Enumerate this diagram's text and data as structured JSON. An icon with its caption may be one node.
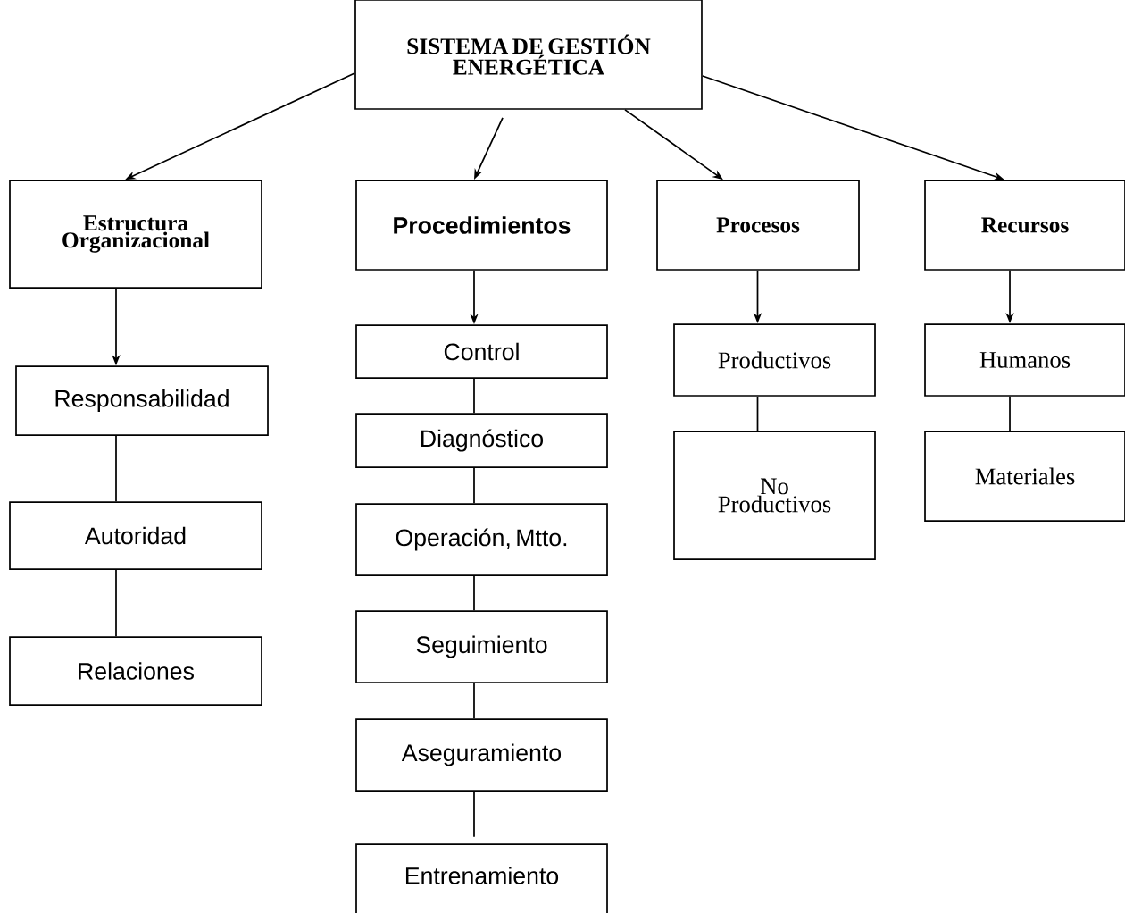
{
  "diagram": {
    "nodes": [
      {
        "text": [
          "SISTEMA DE GESTIÓN ENERGÉTICA"
        ]
      },
      {
        "text": [
          "Estructura Organizacional"
        ]
      },
      {
        "text": [
          "Procedimientos"
        ]
      },
      {
        "text": [
          "Procesos"
        ]
      },
      {
        "text": [
          "Recursos"
        ]
      },
      {
        "text": [
          "Responsabilidad"
        ]
      },
      {
        "text": [
          "Autoridad"
        ]
      },
      {
        "text": [
          "Relaciones"
        ]
      },
      {
        "text": [
          "Control"
        ]
      },
      {
        "text": [
          "Diagnóstico"
        ]
      },
      {
        "text": [
          "Operación, Mtto."
        ]
      },
      {
        "text": [
          "Seguimiento"
        ]
      },
      {
        "text": [
          "Aseguramiento"
        ]
      },
      {
        "text": [
          "Entrenamiento"
        ]
      },
      {
        "text": [
          "Productivos"
        ]
      },
      {
        "text": [
          "No Productivos"
        ]
      },
      {
        "text": [
          "Humanos"
        ]
      },
      {
        "text": [
          "Materiales"
        ]
      }
    ],
    "edges": [
      {
        "from": 0,
        "to": 1,
        "arrow": "to"
      },
      {
        "from": 0,
        "to": 2,
        "arrow": "to"
      },
      {
        "from": 0,
        "to": 3,
        "arrow": "to"
      },
      {
        "from": 0,
        "to": 4,
        "arrow": "to"
      },
      {
        "from": 1,
        "to": 5,
        "arrow": "to"
      },
      {
        "from": 5,
        "to": 6,
        "arrow": "none"
      },
      {
        "from": 6,
        "to": 7,
        "arrow": "none"
      },
      {
        "from": 2,
        "to": 8,
        "arrow": "to"
      },
      {
        "from": 8,
        "to": 9,
        "arrow": "none"
      },
      {
        "from": 9,
        "to": 10,
        "arrow": "none"
      },
      {
        "from": 10,
        "to": 11,
        "arrow": "none"
      },
      {
        "from": 11,
        "to": 12,
        "arrow": "none"
      },
      {
        "from": 12,
        "to": 13,
        "arrow": "none"
      },
      {
        "from": 3,
        "to": 14,
        "arrow": "to"
      },
      {
        "from": 14,
        "to": 15,
        "arrow": "none"
      },
      {
        "from": 4,
        "to": 16,
        "arrow": "to"
      },
      {
        "from": 16,
        "to": 17,
        "arrow": "none"
      }
    ]
  }
}
